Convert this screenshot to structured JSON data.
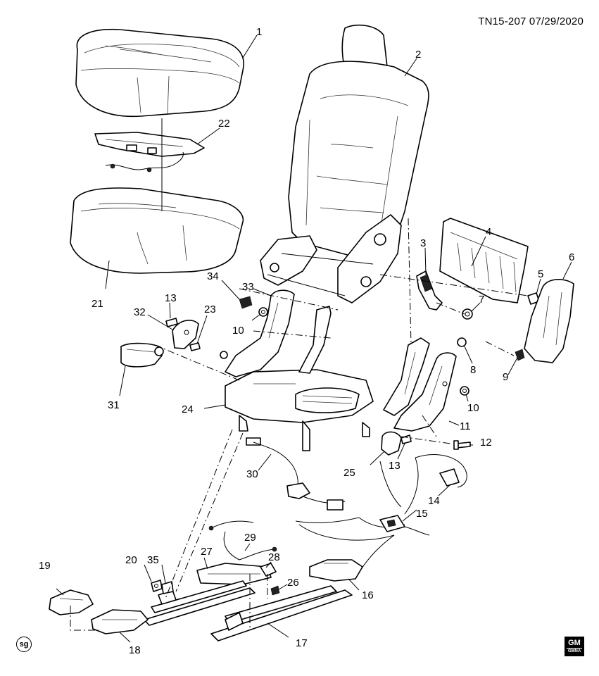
{
  "header": {
    "code": "TN15-207  07/29/2020"
  },
  "badge": {
    "text": "sg"
  },
  "logo": {
    "top": "GM",
    "bottom": "GMNA"
  },
  "callouts": {
    "c1": "1",
    "c2": "2",
    "c3": "3",
    "c4": "4",
    "c5": "5",
    "c6": "6",
    "c7": "7",
    "c8": "8",
    "c9": "9",
    "c10a": "10",
    "c10b": "10",
    "c11": "11",
    "c12": "12",
    "c13a": "13",
    "c13b": "13",
    "c14": "14",
    "c15": "15",
    "c16": "16",
    "c17": "17",
    "c18": "18",
    "c19": "19",
    "c20": "20",
    "c21": "21",
    "c22": "22",
    "c23": "23",
    "c24": "24",
    "c25": "25",
    "c26": "26",
    "c27": "27",
    "c28": "28",
    "c29": "29",
    "c30": "30",
    "c31": "31",
    "c32": "32",
    "c33": "33",
    "c34": "34",
    "c35": "35"
  }
}
